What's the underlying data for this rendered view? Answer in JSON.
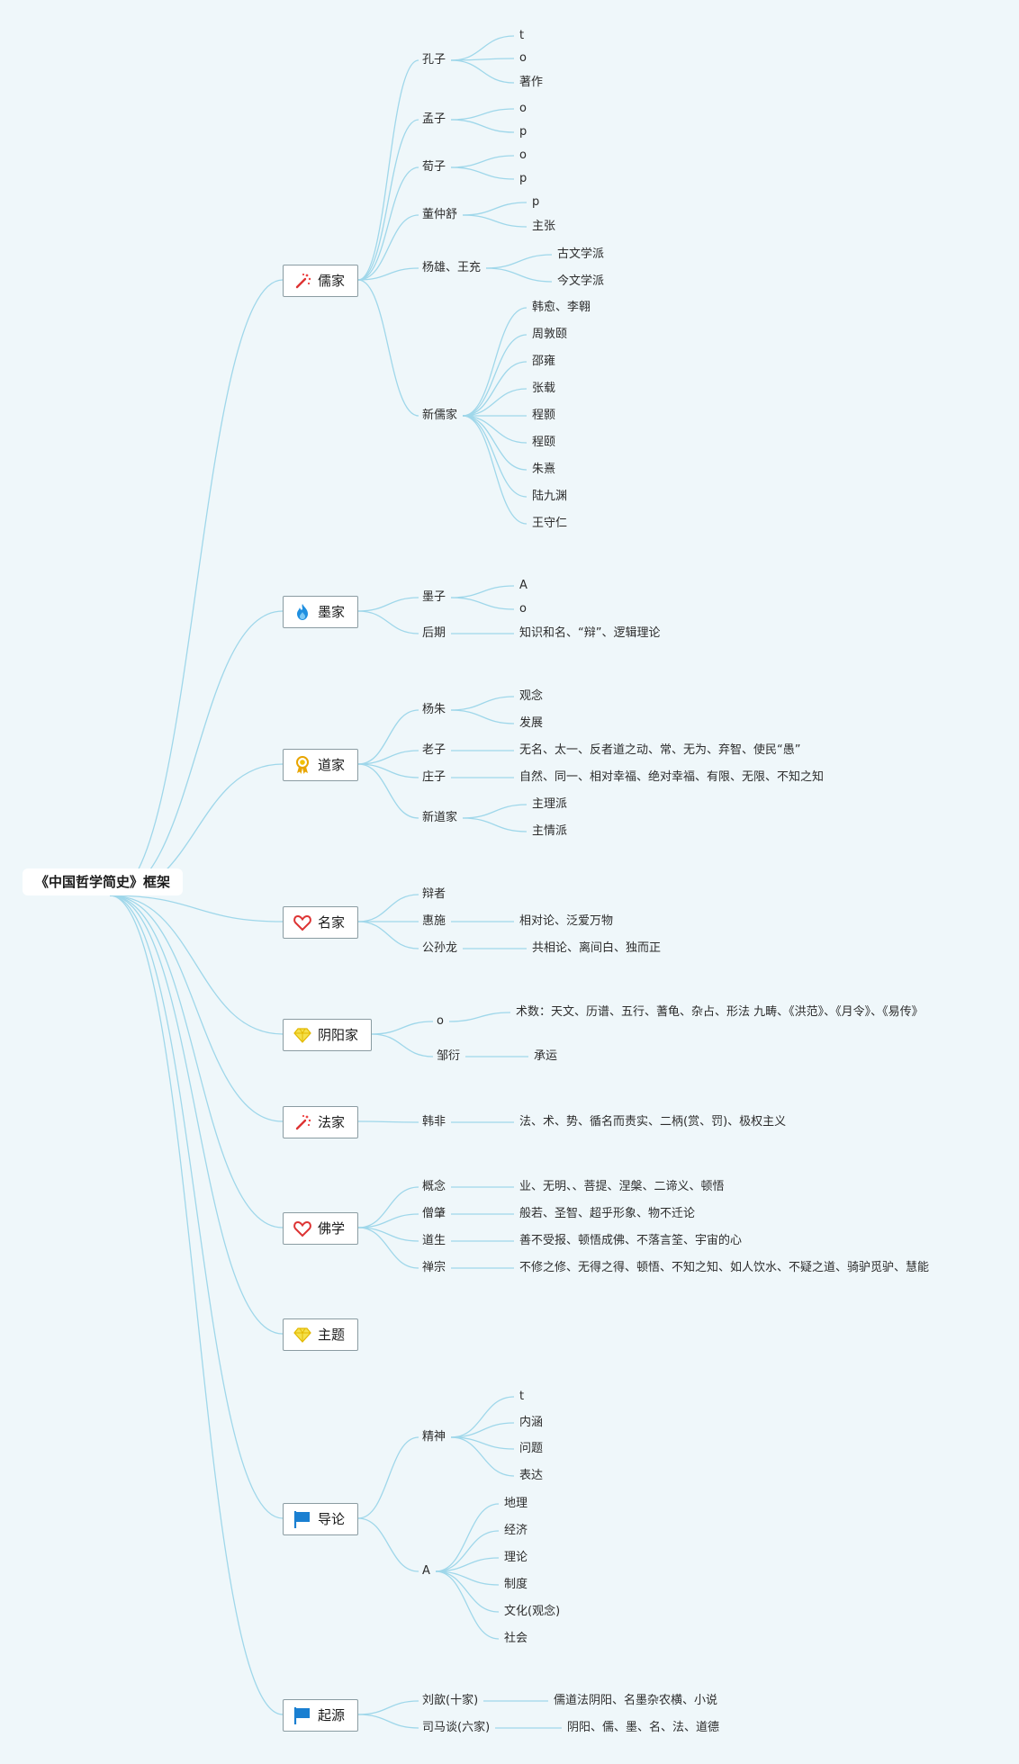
{
  "title": "《中国哲学简史》框架",
  "colors": {
    "line": "#9fd7ea",
    "background": "#eff7fa"
  },
  "branches": [
    {
      "label": "儒家",
      "icon": "sparkle-stick-icon",
      "children": [
        {
          "label": "孔子",
          "children": [
            "t",
            "o",
            "著作"
          ]
        },
        {
          "label": "孟子",
          "children": [
            "o",
            "p"
          ]
        },
        {
          "label": "荀子",
          "children": [
            "o",
            "p"
          ]
        },
        {
          "label": "董仲舒",
          "children": [
            "p",
            "主张"
          ]
        },
        {
          "label": "杨雄、王充",
          "children": [
            "古文学派",
            "今文学派"
          ]
        },
        {
          "label": "新儒家",
          "children": [
            "韩愈、李翱",
            "周敦颐",
            "邵雍",
            "张载",
            "程颢",
            "程颐",
            "朱熹",
            "陆九渊",
            "王守仁"
          ]
        }
      ]
    },
    {
      "label": "墨家",
      "icon": "flame-icon",
      "children": [
        {
          "label": "墨子",
          "children": [
            "A",
            "o"
          ]
        },
        {
          "label": "后期",
          "children": [
            "知识和名、“辩”、逻辑理论"
          ]
        }
      ]
    },
    {
      "label": "道家",
      "icon": "award-medal-icon",
      "children": [
        {
          "label": "杨朱",
          "children": [
            "观念",
            "发展"
          ]
        },
        {
          "label": "老子",
          "children": [
            "无名、太一、反者道之动、常、无为、弃智、使民“愚”"
          ]
        },
        {
          "label": "庄子",
          "children": [
            "自然、同一、相对幸福、绝对幸福、有限、无限、不知之知"
          ]
        },
        {
          "label": "新道家",
          "children": [
            "主理派",
            "主情派"
          ]
        }
      ]
    },
    {
      "label": "名家",
      "icon": "heart-icon",
      "children": [
        {
          "label": "辩者",
          "children": []
        },
        {
          "label": "惠施",
          "children": [
            "相对论、泛爱万物"
          ]
        },
        {
          "label": "公孙龙",
          "children": [
            "共相论、离间白、独而正"
          ]
        }
      ]
    },
    {
      "label": "阴阳家",
      "icon": "diamond-icon",
      "children": [
        {
          "label": "o",
          "children": [
            "术数：天文、历谱、五行、蓍龟、杂占、形法 九畴、《洪范》、《月令》、《易传》"
          ]
        },
        {
          "label": "邹衍",
          "children": [
            "承运"
          ]
        }
      ]
    },
    {
      "label": "法家",
      "icon": "sparkle-stick-icon",
      "children": [
        {
          "label": "韩非",
          "children": [
            "法、术、势、循名而责实、二柄(赏、罚)、极权主义"
          ]
        }
      ]
    },
    {
      "label": "佛学",
      "icon": "heart-icon",
      "children": [
        {
          "label": "概念",
          "children": [
            "业、无明、、菩提、涅槃、二谛义、顿悟"
          ]
        },
        {
          "label": "僧肇",
          "children": [
            "般若、圣智、超乎形象、物不迁论"
          ]
        },
        {
          "label": "道生",
          "children": [
            "善不受报、顿悟成佛、不落言筌、宇宙的心"
          ]
        },
        {
          "label": "禅宗",
          "children": [
            "不修之修、无得之得、顿悟、不知之知、如人饮水、不疑之道、骑驴觅驴、慧能"
          ]
        }
      ]
    },
    {
      "label": "主题",
      "icon": "diamond-icon",
      "children": []
    },
    {
      "label": "导论",
      "icon": "flag-icon",
      "children": [
        {
          "label": "精神",
          "children": [
            "t",
            "内涵",
            "问题",
            "表达"
          ]
        },
        {
          "label": "A",
          "children": [
            "地理",
            "经济",
            "理论",
            "制度",
            "文化(观念)",
            "社会"
          ]
        }
      ]
    },
    {
      "label": "起源",
      "icon": "flag-icon",
      "children": [
        {
          "label": "刘歆(十家)",
          "children": [
            "儒道法阴阳、名墨杂农横、小说"
          ]
        },
        {
          "label": "司马谈(六家)",
          "children": [
            "阴阳、儒、墨、名、法、道德"
          ]
        }
      ]
    }
  ]
}
